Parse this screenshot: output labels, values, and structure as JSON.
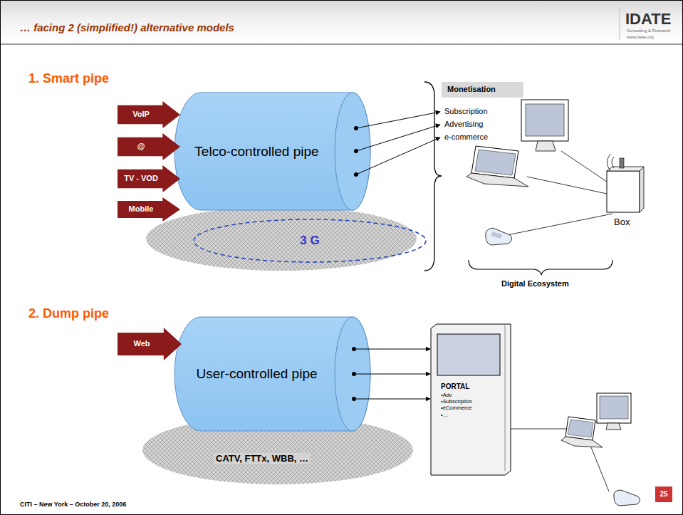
{
  "diagram": {
    "title": "… facing 2 (simplified!) alternative models",
    "nodes": [
      {
        "text": [
          "VoIP"
        ]
      },
      {
        "text": [
          "@"
        ]
      },
      {
        "text": [
          "TV - VOD"
        ]
      },
      {
        "text": [
          "Mobile"
        ]
      },
      {
        "text": [
          "Telco-controlled pipe"
        ]
      },
      {
        "text": [
          "3 G"
        ]
      },
      {
        "text": [
          "Monetisation"
        ]
      },
      {
        "text": [
          "Web"
        ]
      },
      {
        "text": [
          "User-controlled pipe"
        ]
      },
      {
        "text": [
          "PORTAL",
          "•Adv",
          "•Subscription",
          "•eCommerce",
          "•…"
        ]
      },
      {
        "text": [
          "25"
        ]
      }
    ],
    "edges": [
      {
        "from": 8,
        "to": 9,
        "arrow": "to"
      },
      {
        "from": 8,
        "to": 9,
        "arrow": "to"
      },
      {
        "from": 8,
        "to": 9,
        "arrow": "to"
      }
    ],
    "labels": [
      "IDATE",
      "Consulting & Research",
      "www.idate.org",
      "1. Smart pipe",
      "Subscription",
      "Advertising",
      "e-commerce",
      "Box",
      "Digital Ecosystem",
      "2. Dump pipe",
      "CATV, FTTx, WBB, …",
      "CITI – New York – October 20, 2006"
    ]
  }
}
